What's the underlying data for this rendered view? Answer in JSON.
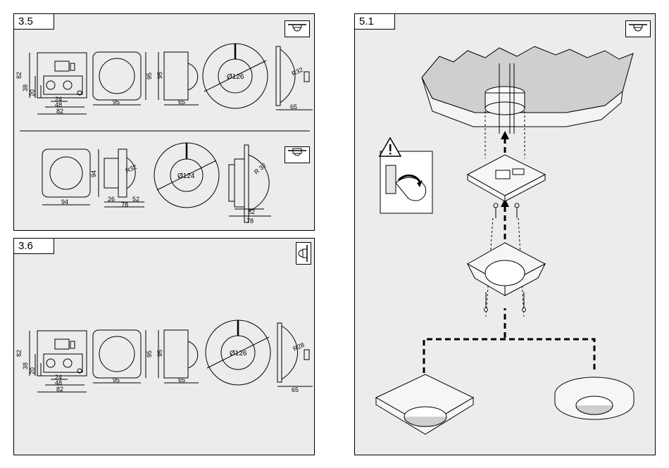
{
  "panels": {
    "p35": {
      "label": "3.5",
      "top_row": {
        "box_height": "82",
        "box_sub_1": "38",
        "box_sub_2": "20",
        "box_inner_1": "24",
        "box_inner_2": "48",
        "box_width": "82",
        "plate_width": "95",
        "plate_height": "95",
        "side_height": "95",
        "side_depth": "65",
        "ring_diameter": "Ø126",
        "dome_radius": "R32",
        "dome_depth": "65"
      },
      "bottom_row": {
        "plate_width": "94",
        "side_height": "94",
        "side_dim_1": "26",
        "side_dim_2": "52",
        "side_total": "78",
        "side_radius": "R32",
        "ring_diameter": "Ø124",
        "flush_radius": "R 32",
        "flush_dim_1": "52",
        "flush_total": "78"
      }
    },
    "p36": {
      "label": "3.6",
      "box_height": "82",
      "box_sub_1": "38",
      "box_sub_2": "20",
      "box_inner_1": "24",
      "box_inner_2": "48",
      "box_width": "82",
      "plate_width": "95",
      "plate_height": "95",
      "side_height": "95",
      "side_depth": "65",
      "ring_diameter": "Ø126",
      "dome_radius": "R28",
      "dome_depth": "65"
    },
    "p51": {
      "label": "5.1"
    }
  },
  "icons": [
    "ceiling-mount-icon",
    "flush-mount-icon",
    "wall-mount-icon",
    "warning-icon"
  ],
  "colors": {
    "panel_bg": "#ececec",
    "line": "#000000"
  }
}
